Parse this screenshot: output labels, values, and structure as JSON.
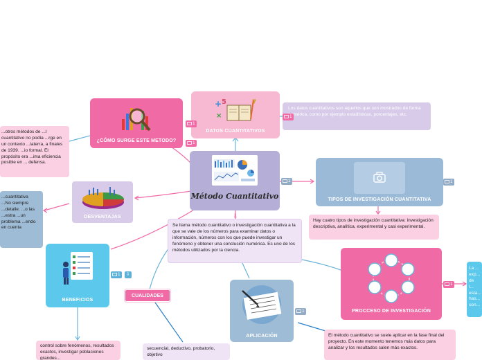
{
  "central": {
    "title": "Método Cuantitativo",
    "definition": "Se llama método cuantitativo o investigación cuantitativa a la que se vale de los números para examinar datos o información, números con los que puede investigar un fenómeno y obtener una conclusión numérica. Es uno de los métodos utilizados por la ciencia."
  },
  "topics": {
    "datos": {
      "title": "DATOS CUANTITATIVOS",
      "badge": "1",
      "note": "Los datos cuantitativos son aquellos que son mostrados de forma numérica, como por ejemplo estadísticas, porcentajes, etc.",
      "note_badge": "1"
    },
    "surge": {
      "title": "¿CÓMO SURGE ESTE METODO?",
      "badge": "1",
      "note": "...otros métodos de ...l cuantitativo no podía ...rge en un contexto ...laterra, a finales de 1939. ...io formal. El propósito era ...ima eficiencia posible en ... defensa."
    },
    "tipos": {
      "title": "TIPOS DE INVESTIGACIÓN CUANTITATIVA",
      "badge": "1",
      "left_badge": "1",
      "note": "Hay cuatro tipos de investigación cuantitativa: investigación descriptiva, analítica, experimental y casi experimental."
    },
    "desventajas": {
      "title": "DESVENTAJAS",
      "note": "...cuantitativa ...No siempre ...detalle. ...o las ...estra ...un problema ...endo en cuenta"
    },
    "beneficios": {
      "title": "BENEFICIOS",
      "badge": "1",
      "note": "control sobre fenómenos, resultados exactos, investigar poblaciones grandes..."
    },
    "cualidades": {
      "title": "CUALIDADES",
      "note": "secuencial, deductivo, probatorio, objetivo"
    },
    "aplicacion": {
      "title": "APLICACIÓN",
      "badge": "1",
      "note": "El método cuantitativo se suele aplicar en la fase final del proyecto. En este momento tenemos más datos para analizar y los resultados salen más exactos."
    },
    "proceso": {
      "title": "PROCCESO DE INVESTIGACIÓN",
      "badge": "1",
      "note": "La ... exp... de l... esta... has... con..."
    }
  },
  "icons": {
    "comment": "comment-icon",
    "camera": "camera-icon",
    "link": "link-icon"
  },
  "colors": {
    "central": "#b5aed6",
    "pink_node": "#f06aa6",
    "light_pink_node": "#f7b8d2",
    "blue_node": "#9bbad8",
    "cyan_node": "#5bc8ec",
    "lavender_node": "#d7cbe9",
    "steel_node": "#9fbcd6",
    "connector_pink": "#f06aa6",
    "connector_blue": "#6ab4d8"
  }
}
